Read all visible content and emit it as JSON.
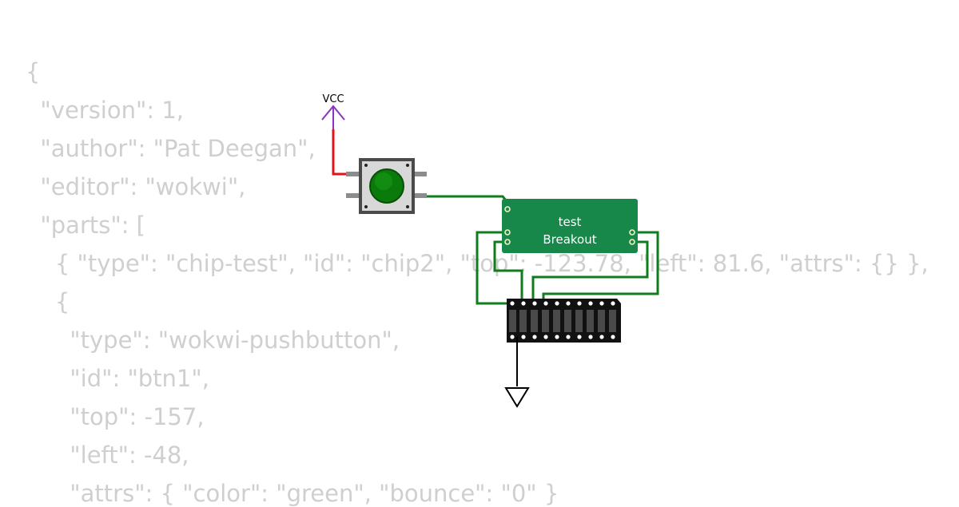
{
  "code_lines": [
    "{",
    "  \"version\": 1,",
    "  \"author\": \"Pat Deegan\",",
    "  \"editor\": \"wokwi\",",
    "  \"parts\": [",
    "    { \"type\": \"chip-test\", \"id\": \"chip2\", \"top\": -123.78, \"left\": 81.6, \"attrs\": {} },",
    "    {",
    "      \"type\": \"wokwi-pushbutton\",",
    "      \"id\": \"btn1\",",
    "      \"top\": -157,",
    "      \"left\": -48,",
    "      \"attrs\": { \"color\": \"green\", \"bounce\": \"0\" }"
  ],
  "diagram": {
    "vcc_label": "VCC",
    "chip_label_line1": "test",
    "chip_label_line2": "Breakout",
    "button_color": "green"
  },
  "colors": {
    "chip": "#17874a",
    "wire_green": "#0f7d1e",
    "wire_red": "#e0141b",
    "vcc_arrow": "#8a34c4",
    "button_cap": "#0a7a0a"
  }
}
